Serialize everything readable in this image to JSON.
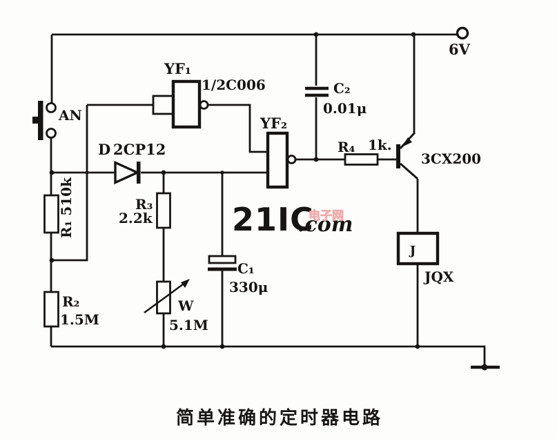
{
  "figure": {
    "caption": "简单准确的定时器电路"
  },
  "power": {
    "voltage_label": "6V"
  },
  "watermark": {
    "brand": "21IC",
    "domain": ".com",
    "site_cn": "电子网",
    "brand_color": "#f1a4a4",
    "domain_color": "#c9c4da",
    "cn_color": "#efadad"
  },
  "components": {
    "push_button": {
      "label": "AN"
    },
    "gate_yf1": {
      "label": "YF₁",
      "part": "1/2C006"
    },
    "gate_yf2": {
      "label": "YF₂"
    },
    "diode": {
      "label": "D",
      "part": "2CP12"
    },
    "resistor_r1": {
      "label": "R₁ 510k"
    },
    "resistor_r2": {
      "label": "R₂",
      "value": "1.5M"
    },
    "resistor_r3": {
      "label": "R₃",
      "value": "2.2k"
    },
    "resistor_r4": {
      "label": "R₄",
      "value": "1k."
    },
    "potentiometer_w": {
      "label": "W",
      "value": "5.1M"
    },
    "capacitor_c1": {
      "label": "C₁",
      "value": "330μ"
    },
    "capacitor_c2": {
      "label": "C₂",
      "value": "0.01μ"
    },
    "transistor": {
      "part": "3CX200"
    },
    "relay": {
      "label": "J",
      "part": "JQX"
    }
  }
}
